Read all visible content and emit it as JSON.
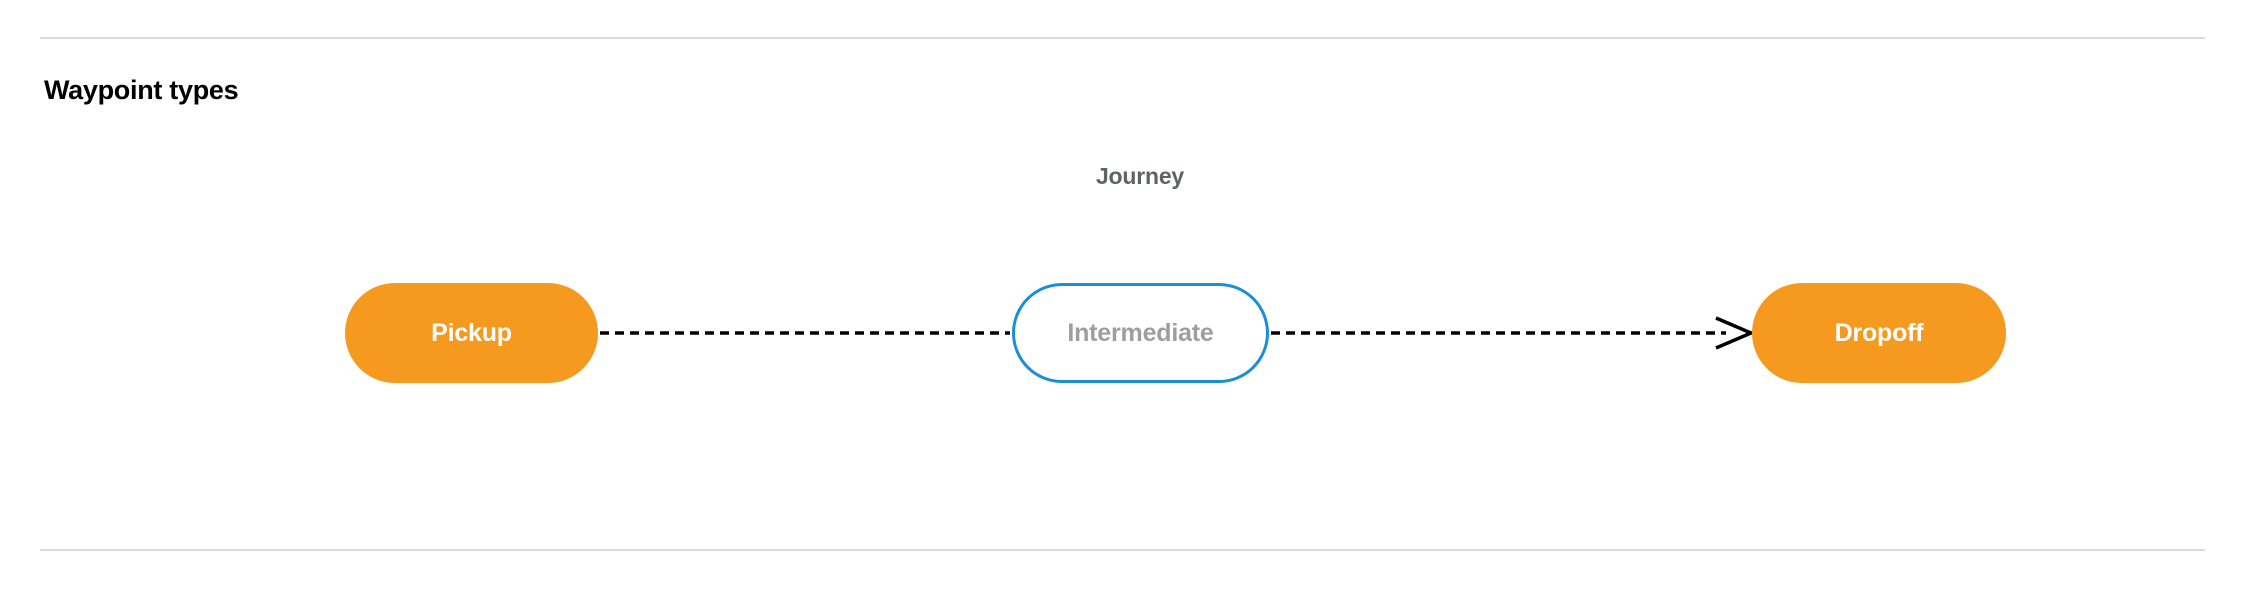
{
  "section": {
    "title": "Waypoint types"
  },
  "diagram": {
    "group_label": "Journey",
    "nodes": [
      {
        "id": "pickup",
        "label": "Pickup",
        "style": "filled",
        "fill": "#f5991f",
        "text_color": "#ffffff"
      },
      {
        "id": "intermediate",
        "label": "Intermediate",
        "style": "outlined",
        "fill": "#ffffff",
        "border_color": "#1a8fd8",
        "text_color": "#9e9e9e"
      },
      {
        "id": "dropoff",
        "label": "Dropoff",
        "style": "filled",
        "fill": "#f5991f",
        "text_color": "#ffffff"
      }
    ],
    "edges": [
      {
        "from": "pickup",
        "to": "intermediate",
        "style": "dashed",
        "arrowhead": false,
        "color": "#000000"
      },
      {
        "from": "intermediate",
        "to": "dropoff",
        "style": "dashed",
        "arrowhead": true,
        "color": "#000000"
      }
    ]
  },
  "colors": {
    "accent_orange": "#f5991f",
    "accent_blue": "#1a8fd8",
    "divider": "#d9dada",
    "muted_text": "#5f6368"
  }
}
